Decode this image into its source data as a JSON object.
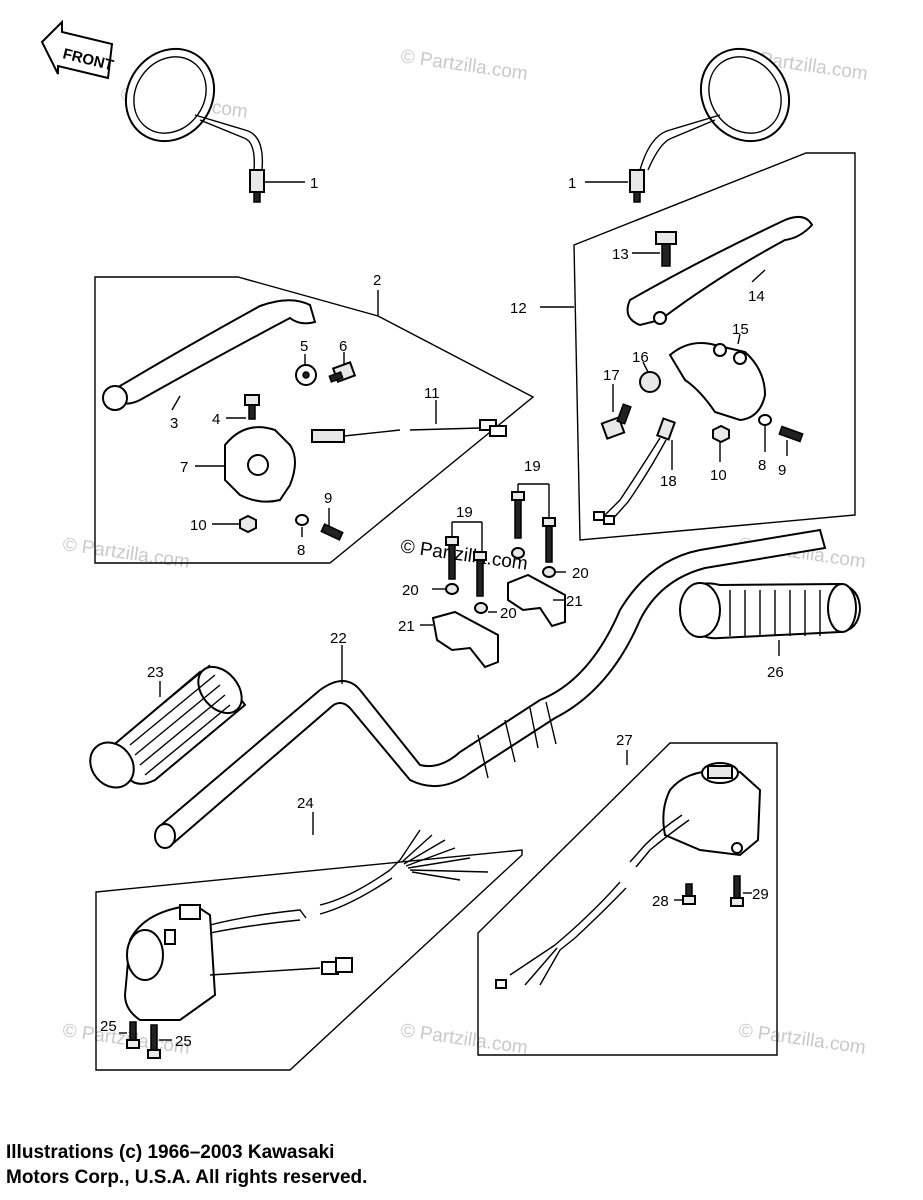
{
  "front_arrow_label": "FRONT",
  "watermark_text": "© Partzilla.com",
  "callouts": {
    "c1a": "1",
    "c1b": "1",
    "c2": "2",
    "c3": "3",
    "c4": "4",
    "c5": "5",
    "c6": "6",
    "c7": "7",
    "c8a": "8",
    "c8b": "8",
    "c9a": "9",
    "c9b": "9",
    "c10a": "10",
    "c10b": "10",
    "c11": "11",
    "c12": "12",
    "c13": "13",
    "c14": "14",
    "c15": "15",
    "c16": "16",
    "c17": "17",
    "c18": "18",
    "c19a": "19",
    "c19b": "19",
    "c20a": "20",
    "c20b": "20",
    "c20c": "20",
    "c21a": "21",
    "c21b": "21",
    "c22": "22",
    "c23": "23",
    "c24": "24",
    "c25a": "25",
    "c25b": "25",
    "c26": "26",
    "c27": "27",
    "c28": "28",
    "c29": "29"
  },
  "copyright": {
    "line1": "Illustrations (c) 1966–2003 Kawasaki",
    "line2": "Motors Corp., U.S.A.  All rights reserved."
  }
}
